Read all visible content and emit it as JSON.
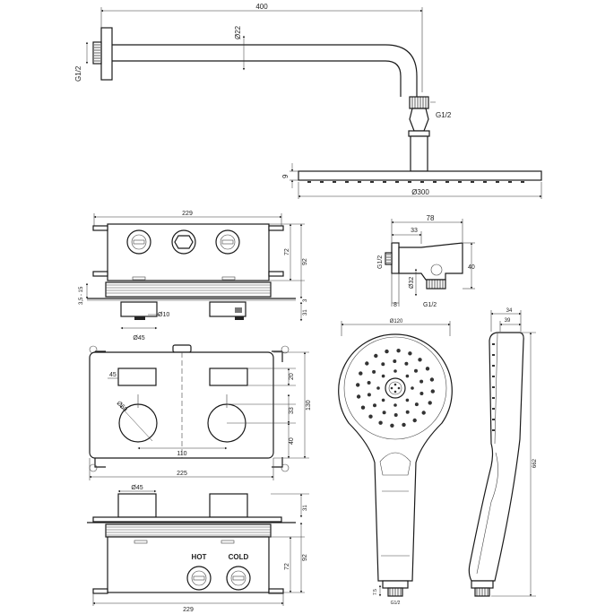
{
  "labels": {
    "arm_length": "400",
    "arm_dia": "Ø22",
    "arm_thread": "G1/2",
    "wall_thread": "G1/2",
    "head_thick": "9",
    "head_dia": "Ø300",
    "body_width_top": "229",
    "body_h72": "72",
    "body_h92": "92",
    "body_d3515": "3,5 - 15",
    "body_d3": "3",
    "body_d31": "31",
    "knob_dia10": "Ø10",
    "knob_dia45": "Ø45",
    "outlet_78": "78",
    "outlet_33": "33",
    "outlet_40": "40",
    "outlet_thread_left": "G1/2",
    "outlet_32": "Ø32",
    "outlet_8": "8",
    "outlet_thread_bottom": "G1/2",
    "plate_45": "45",
    "plate_20": "20",
    "plate_130": "130",
    "plate_33": "33",
    "plate_40": "40",
    "plate_dia": "Ø60",
    "plate_110": "110",
    "plate_225": "225",
    "bottom_dia45": "Ø45",
    "bottom_31": "31",
    "hot": "HOT",
    "cold": "COLD",
    "bottom_72": "72",
    "bottom_92": "92",
    "bottom_229": "229",
    "hand_dia": "Ø120",
    "hand_34": "34",
    "hand_39": "39",
    "hand_len": "662",
    "hand_thread": "G1/2",
    "hand_thread_h": "7.5"
  }
}
